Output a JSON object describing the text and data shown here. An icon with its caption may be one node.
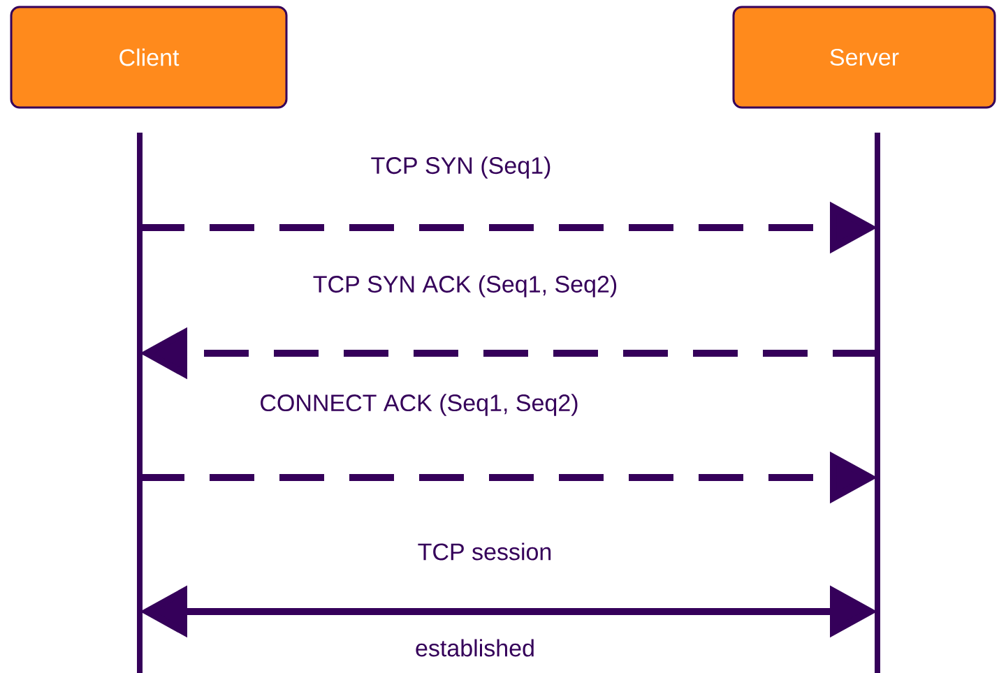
{
  "diagram": {
    "nodes": [
      {
        "text": [
          "Client"
        ]
      },
      {
        "text": [
          "Server"
        ]
      },
      {
        "text": [],
        "shape": "bar"
      },
      {
        "text": [],
        "shape": "bar"
      }
    ],
    "edges": [
      {
        "from": 2,
        "to": 3,
        "arrow": "to",
        "style": "dashed",
        "label": "TCP SYN (Seq1)"
      },
      {
        "from": 3,
        "to": 2,
        "arrow": "to",
        "style": "dashed",
        "label": "TCP SYN ACK (Seq1, Seq2)"
      },
      {
        "from": 2,
        "to": 3,
        "arrow": "to",
        "style": "dashed",
        "label": "CONNECT ACK (Seq1, Seq2)"
      },
      {
        "from": 2,
        "to": 3,
        "arrow": "both",
        "label": "TCP session"
      }
    ],
    "labels": [
      "established"
    ]
  }
}
